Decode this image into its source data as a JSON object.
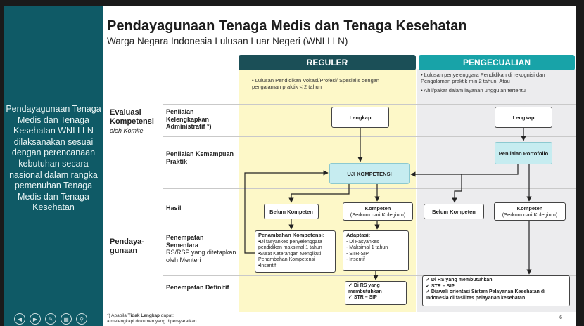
{
  "sidebar": {
    "text": "Pendayagunaan Tenaga Medis dan Tenaga Kesehatan WNI LLN dilaksanakan sesuai dengan perencanaan kebutuhan secara nasional dalam rangka pemenuhan Tenaga Medis dan Tenaga Kesehatan",
    "controls": [
      "back-icon",
      "forward-icon",
      "pen-icon",
      "grid-icon",
      "zoom-icon"
    ]
  },
  "slide": {
    "title": "Pendayagunaan Tenaga Medis dan Tenaga Kesehatan",
    "subtitle": "Warga Negara Indonesia Lulusan Luar Negeri (WNI LLN)",
    "reguler_header": "REGULER",
    "pengecualian_header": "PENGECUALIAN",
    "reguler_note": "Lulusan Pendidikan Vokasi/Profesi/ Spesialis dengan pengalaman praktik < 2 tahun",
    "pengecualian_note_1": "Lulusan penyelenggara Pendidikan di rekognisi dan Pengalaman praktik min 2 tahun. Atau",
    "pengecualian_note_2": "Ahli/pakar dalam layanan unggulan tertentu",
    "section_evaluasi": "Evaluasi Kompetensi",
    "section_evaluasi_sub": "oleh Komite",
    "section_pendayagunaan": "Pendaya-gunaan",
    "row_1": "Penilaian Kelengkapkan Administratif *)",
    "row_2": "Penilaian Kemampuan Praktik",
    "row_3": "Hasil",
    "row_4_bold": "Penempatan Sementara",
    "row_4_normal": "RS/RSP yang ditetapkan oleh Menteri",
    "row_5": "Penempatan Definitif",
    "box_lengkap_reg": "Lengkap",
    "box_lengkap_pen": "Lengkap",
    "box_uji": "UJI KOMPETENSI",
    "box_portofolio": "Penilaian Portofolio",
    "box_belum_reg": "Belum Kompeten",
    "box_kompeten_reg": "Kompeten",
    "box_kompeten_reg_sub": "(Serkom dari Kolegium)",
    "box_belum_pen": "Belum Kompeten",
    "box_kompeten_pen": "Kompeten",
    "box_kompeten_pen_sub": "(Serkom dari Kolegium)",
    "penambahan_title": "Penambahan Kompetensi:",
    "penambahan_1": "Di fasyankes penyelenggara pendidikan maksimal 1 tahun",
    "penambahan_2": "Surat Keterangan Mengikuti Penambahan Kompetensi",
    "penambahan_3": "Insentif",
    "adaptasi_title": "Adaptasi:",
    "adaptasi_1": "Di Fasyankes",
    "adaptasi_2": "Maksimal 1 tahun",
    "adaptasi_3": "STR-SIP",
    "adaptasi_4": "Insentif",
    "definitif_reg_1": "Di RS yang membutuhkan",
    "definitif_reg_2": "STR – SIP",
    "definitif_pen_1": "Di RS yang membutuhkan",
    "definitif_pen_2": "STR – SIP",
    "definitif_pen_3": "Diawali orientasi Sistem Pelayanan Kesehatan di Indonesia di fasilitas pelayanan kesehatan",
    "footnote_1_prefix": "*) Apabila",
    "footnote_1_bold": "Tidak Lengkap",
    "footnote_1_suffix": "dapat:",
    "footnote_2": "a.melengkapi dokumen yang dipersyaratkan",
    "page_number": "6"
  },
  "colors": {
    "sidebar": "#0f5a66",
    "reguler_header": "#1b4f57",
    "pengecualian_header": "#18a3a8",
    "reguler_band": "#fdf8c8",
    "pengecualian_band": "#ececee",
    "uji_box": "#c6ecf0"
  }
}
